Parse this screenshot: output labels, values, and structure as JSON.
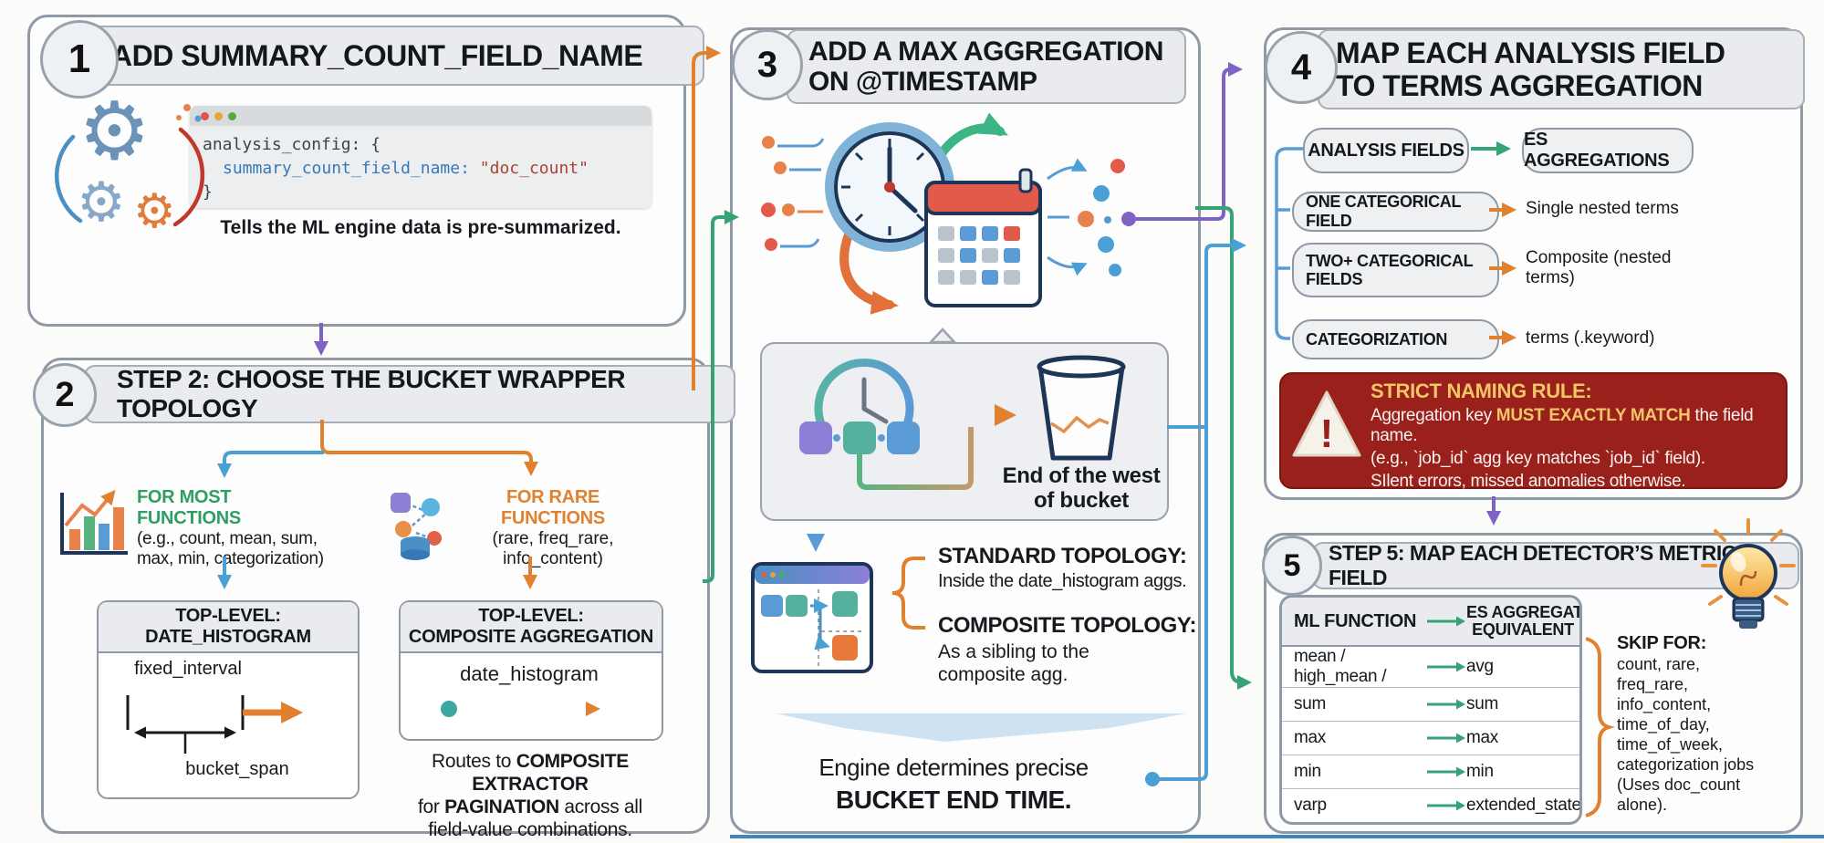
{
  "step1": {
    "number": "1",
    "title": "ADD SUMMARY_COUNT_FIELD_NAME",
    "code": {
      "line1": "analysis_config: {",
      "key": "summary_count_field_name:",
      "value": " \"doc_count\"",
      "line3": "}"
    },
    "caption": "Tells the ML engine data is pre-summarized."
  },
  "step2": {
    "number": "2",
    "title": "STEP 2: CHOOSE THE BUCKET WRAPPER TOPOLOGY",
    "left": {
      "heading": "FOR MOST FUNCTIONS",
      "sub1": "(e.g., count, mean, sum,",
      "sub2": "max, min, categorization)",
      "box_line1": "TOP-LEVEL:",
      "box_line2": "DATE_HISTOGRAM",
      "interval_label": "fixed_interval",
      "span_label": "bucket_span"
    },
    "right": {
      "heading": "FOR RARE FUNCTIONS",
      "sub1": "(rare, freq_rare,",
      "sub2": "info_content)",
      "box_line1": "TOP-LEVEL:",
      "box_line2": "COMPOSITE AGGREGATION",
      "box_label": "date_histogram",
      "note1a": "Routes to ",
      "note1b": "COMPOSITE EXTRACTOR",
      "note2a": "for ",
      "note2b": "PAGINATION",
      "note2c": " across all",
      "note3": "field-value combinations."
    }
  },
  "step3": {
    "number": "3",
    "title_line1": "ADD A MAX AGGREGATION",
    "title_line2": "ON @TIMESTAMP",
    "bucket_note_line1": "End of the west",
    "bucket_note_line2": "of bucket",
    "standard_heading": "STANDARD TOPOLOGY:",
    "standard_body": "Inside the date_histogram aggs.",
    "composite_heading": "COMPOSITE TOPOLOGY:",
    "composite_body1": "As a sibling to the",
    "composite_body2": "composite agg.",
    "footer_line1": "Engine determines precise",
    "footer_line2": "BUCKET END TIME."
  },
  "step4": {
    "number": "4",
    "title_line1": "MAP EACH ANALYSIS FIELD",
    "title_line2": "TO TERMS AGGREGATION",
    "row1_pill": "ANALYSIS FIELDS",
    "row1_result": "ES AGGREGATIONS",
    "row2_pill": "ONE CATEGORICAL FIELD",
    "row2_result": "Single nested terms",
    "row3_pill": "TWO+ CATEGORICAL FIELDS",
    "row3_result": "Composite (nested terms)",
    "row4_pill": "CATEGORIZATION",
    "row4_result": "terms (.keyword)",
    "warning": {
      "mark": "!",
      "title": "STRICT NAMING RULE:",
      "line1a": "Aggregation key ",
      "line1b": "MUST EXACTLY MATCH",
      "line1c": " the field name.",
      "line2": "(e.g., `job_id` agg key matches `job_id` field).",
      "line3": "SIlent errors, missed anomalies otherwise."
    }
  },
  "step5": {
    "number": "5",
    "title": "STEP 5: MAP EACH DETECTOR’S METRIC FIELD",
    "table": {
      "col1": "ML FUNCTION",
      "col2_line1": "ES AGGREGATION",
      "col2_line2": "EQUIVALENT",
      "rows": [
        {
          "fn": "mean / high_mean /",
          "agg": "avg"
        },
        {
          "fn": "sum",
          "agg": "sum"
        },
        {
          "fn": "max",
          "agg": "max"
        },
        {
          "fn": "min",
          "agg": "min"
        },
        {
          "fn": "varp",
          "agg": "extended_state"
        }
      ]
    },
    "skip": {
      "title": "SKIP FOR:",
      "lines": [
        "count, rare,",
        "freq_rare,",
        "info_content,",
        "time_of_day,",
        "time_of_week,",
        "categorization jobs",
        "(Uses doc_count",
        "alone)."
      ]
    }
  },
  "colors": {
    "accent_orange": "#e0812f",
    "accent_green": "#36a376",
    "accent_blue": "#4a9fd4",
    "accent_purple": "#7e63c4",
    "warning_bg": "#9a201c",
    "warning_gold": "#f2c666"
  }
}
